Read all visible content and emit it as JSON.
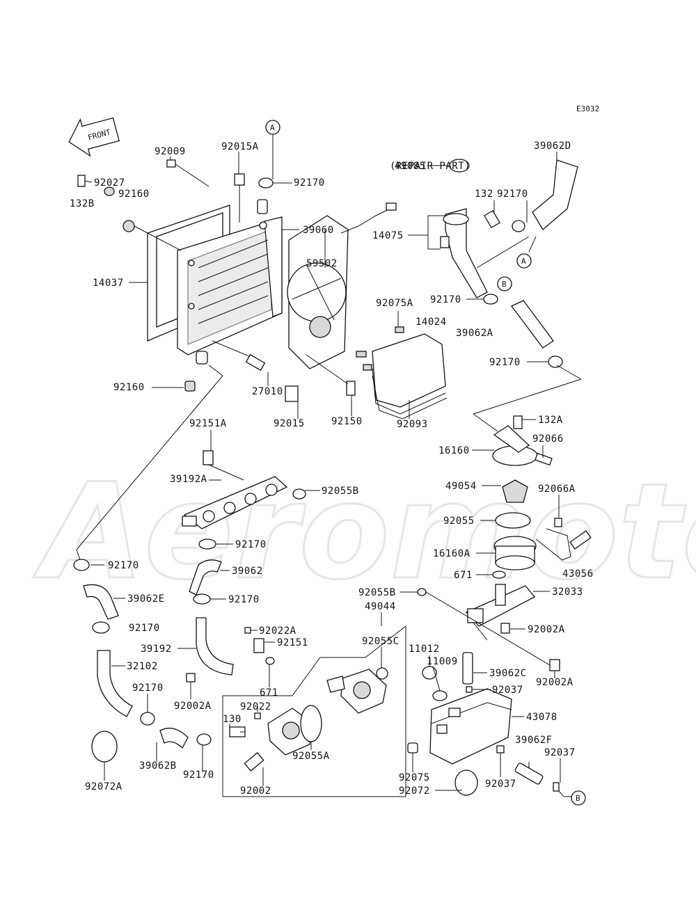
{
  "diagram_code": "E3032",
  "front_label": "FRONT",
  "repair_part_label": "(REPAIR PART)",
  "watermark": "Aeromoto",
  "callout_a": "A",
  "callout_b": "B",
  "labels": {
    "p92009": "92009",
    "p92015A": "92015A",
    "p92027": "92027",
    "p92160_top": "92160",
    "p132B": "132B",
    "p92170_top": "92170",
    "p39060": "39060",
    "p14037": "14037",
    "p59502": "59502",
    "p92160_bot": "92160",
    "p27010": "27010",
    "p92015": "92015",
    "p92150": "92150",
    "p92075A": "92075A",
    "p14024": "14024",
    "p92093": "92093",
    "p49085": "49085",
    "p132": "132",
    "p92170_r1": "92170",
    "p39062D": "39062D",
    "p14075": "14075",
    "p92170_r2": "92170",
    "p39062A": "39062A",
    "p92170_r3": "92170",
    "p132A": "132A",
    "p92066": "92066",
    "p16160": "16160",
    "p49054": "49054",
    "p92066A": "92066A",
    "p92055": "92055",
    "p16160A": "16160A",
    "p43056": "43056",
    "p671_r": "671",
    "p32033": "32033",
    "p92055B_r": "92055B",
    "p49044": "49044",
    "p92002A_r1": "92002A",
    "p92002A_r2": "92002A",
    "p92151A": "92151A",
    "p39192A": "39192A",
    "p92055B_l": "92055B",
    "p92170_m1": "92170",
    "p92170_l1": "92170",
    "p39062": "39062",
    "p39062E": "39062E",
    "p92170_m2": "92170",
    "p92170_l2": "92170",
    "p92022A": "92022A",
    "p39192": "39192",
    "p92151": "92151",
    "p32102": "32102",
    "p671_m": "671",
    "p92055C": "92055C",
    "p11012": "11012",
    "p11009": "11009",
    "p39062C": "39062C",
    "p92037_1": "92037",
    "p92170_l3": "92170",
    "p92002A_m": "92002A",
    "p92022": "92022",
    "p130": "130",
    "p43078": "43078",
    "p92055A": "92055A",
    "p39062F": "39062F",
    "p92037_2": "92037",
    "p92002": "92002",
    "p92075": "92075",
    "p92072A": "92072A",
    "p39062B": "39062B",
    "p92170_b": "92170",
    "p92072": "92072",
    "p92037_3": "92037"
  }
}
